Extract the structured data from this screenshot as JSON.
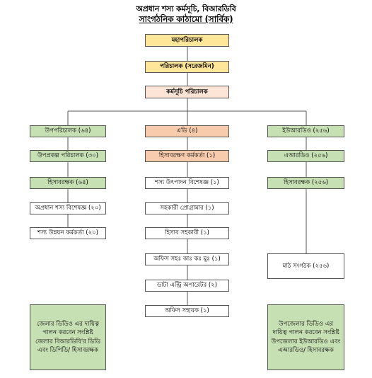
{
  "title": "অপ্রধান শস্য কর্মসূচি, বিআরডিবি",
  "subtitle": "সাংগঠনিক কাঠামো (সার্বিক)",
  "top": [
    "মহাপরিচালক",
    "পরিচালক (সরেজমিন)",
    "কর্মসূচি পরিচালক"
  ],
  "left_column": [
    "উপপরিচালক (৬৪)",
    "উপপ্রকল্প পরিচালক (৩০)",
    "হিসাবরক্ষক (৬৪)",
    "অপ্রধান শস্য বিশেষজ্ঞ (২০)",
    "শস্য উন্নয়ন কর্মকর্তা (২০)"
  ],
  "middle_column": [
    "এডি (৪)",
    "হিসাবরক্ষণ কর্মকর্তা (১)",
    "শস্য উৎপাদন বিশেষজ্ঞ (১)",
    "সহকারী প্রোগ্রামার (১)",
    "হিসাব সহকারী (১)",
    "অফিস সহঃ কাঃ কঃ মুঃ (১)",
    "ডাটা এন্ট্রি অপারেটর (২)",
    "অফিস সহায়ক (১)"
  ],
  "right_column": [
    "ইউআরডিও (২৫৬)",
    "এআরডিও (২৫৬)",
    "হিসাবরক্ষক (২৫৬)",
    "মাঠ সংগঠক (২৫৬)"
  ],
  "notes": {
    "left": "জেলার ডিডিও এর দায়িত্ব পালন করবেন সংশ্লিষ্ট জেলার বিআরডিবি'র ডিডি এবং ডিপিডি/ হিসাবরক্ষক",
    "right": "উপজেলার ডিডিও এর দায়িত্ব পালন করবেন সংশ্লিষ্ট উপজেলার ইউআরডিও এবং এআরডিও/ হিসাবরক্ষক"
  },
  "colors": {
    "yellow": "#ffe699",
    "peach": "#fce4d6",
    "orange": "#f8cbad",
    "green": "#c6e0b4",
    "line": "#555555"
  }
}
